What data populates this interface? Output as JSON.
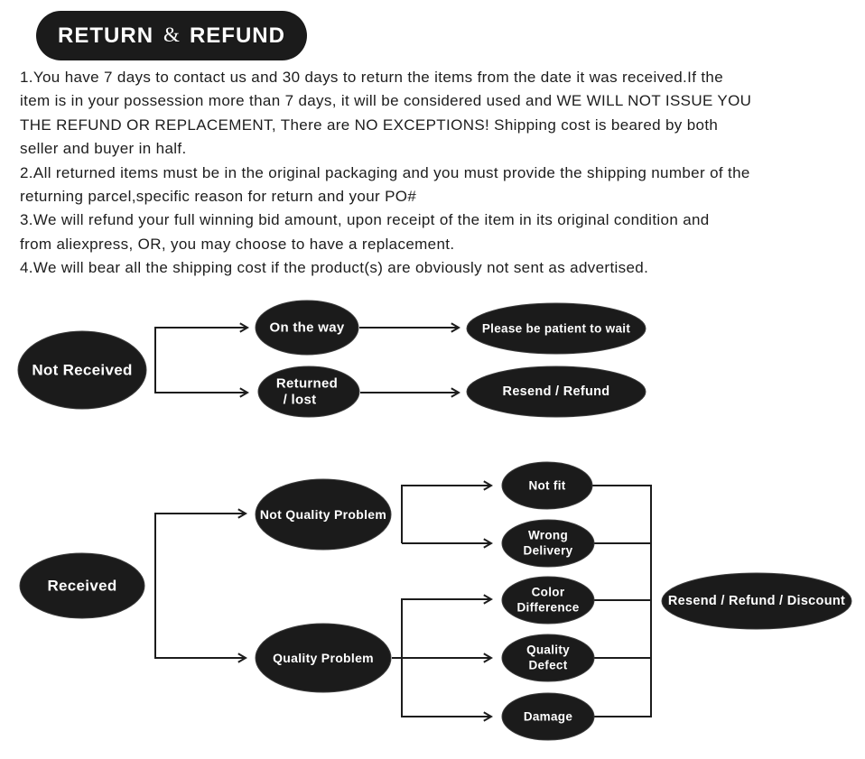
{
  "title": {
    "word1": "RETURN",
    "ampersand": "&",
    "word2": "REFUND"
  },
  "policy": [
    {
      "lines": [
        "1.You have 7 days to contact us and 30 days to return the items from the date it was received.If the",
        "item is in your possession more than 7 days, it will be considered used and WE WILL NOT ISSUE YOU",
        "THE REFUND OR REPLACEMENT, There are NO EXCEPTIONS! Shipping cost is beared by both",
        "seller and buyer in half."
      ]
    },
    {
      "lines": [
        "2.All returned items must be in the original packaging and you must provide the shipping number of the",
        "returning parcel,specific reason for return and your PO#"
      ]
    },
    {
      "lines": [
        "3.We will refund your full winning bid amount, upon receipt of the item in its original condition and",
        "from aliexpress, OR, you may choose to have a replacement."
      ]
    },
    {
      "lines": [
        "4.We will bear all the shipping cost if the product(s) are obviously not sent as advertised."
      ]
    }
  ],
  "flow_not_received": {
    "root": "Not Received",
    "on_the_way": "On the way",
    "returned_lost": {
      "l1": "Returned",
      "l2": "/ lost"
    },
    "wait": "Please be patient to wait",
    "outcome": "Resend / Refund"
  },
  "flow_received": {
    "root": "Received",
    "not_quality_problem": "Not Quality Problem",
    "quality_problem": "Quality Problem",
    "not_fit": "Not fit",
    "wrong_delivery": {
      "l1": "Wrong",
      "l2": "Delivery"
    },
    "color_difference": {
      "l1": "Color",
      "l2": "Difference"
    },
    "quality_defect": {
      "l1": "Quality",
      "l2": "Defect"
    },
    "damage": "Damage",
    "outcome": "Resend / Refund / Discount"
  },
  "colors": {
    "node_fill": "#1b1b1b",
    "connector": "#1c1c1c",
    "node_text": "#ffffff",
    "body_text": "#1d1d1d",
    "background": "#ffffff"
  }
}
